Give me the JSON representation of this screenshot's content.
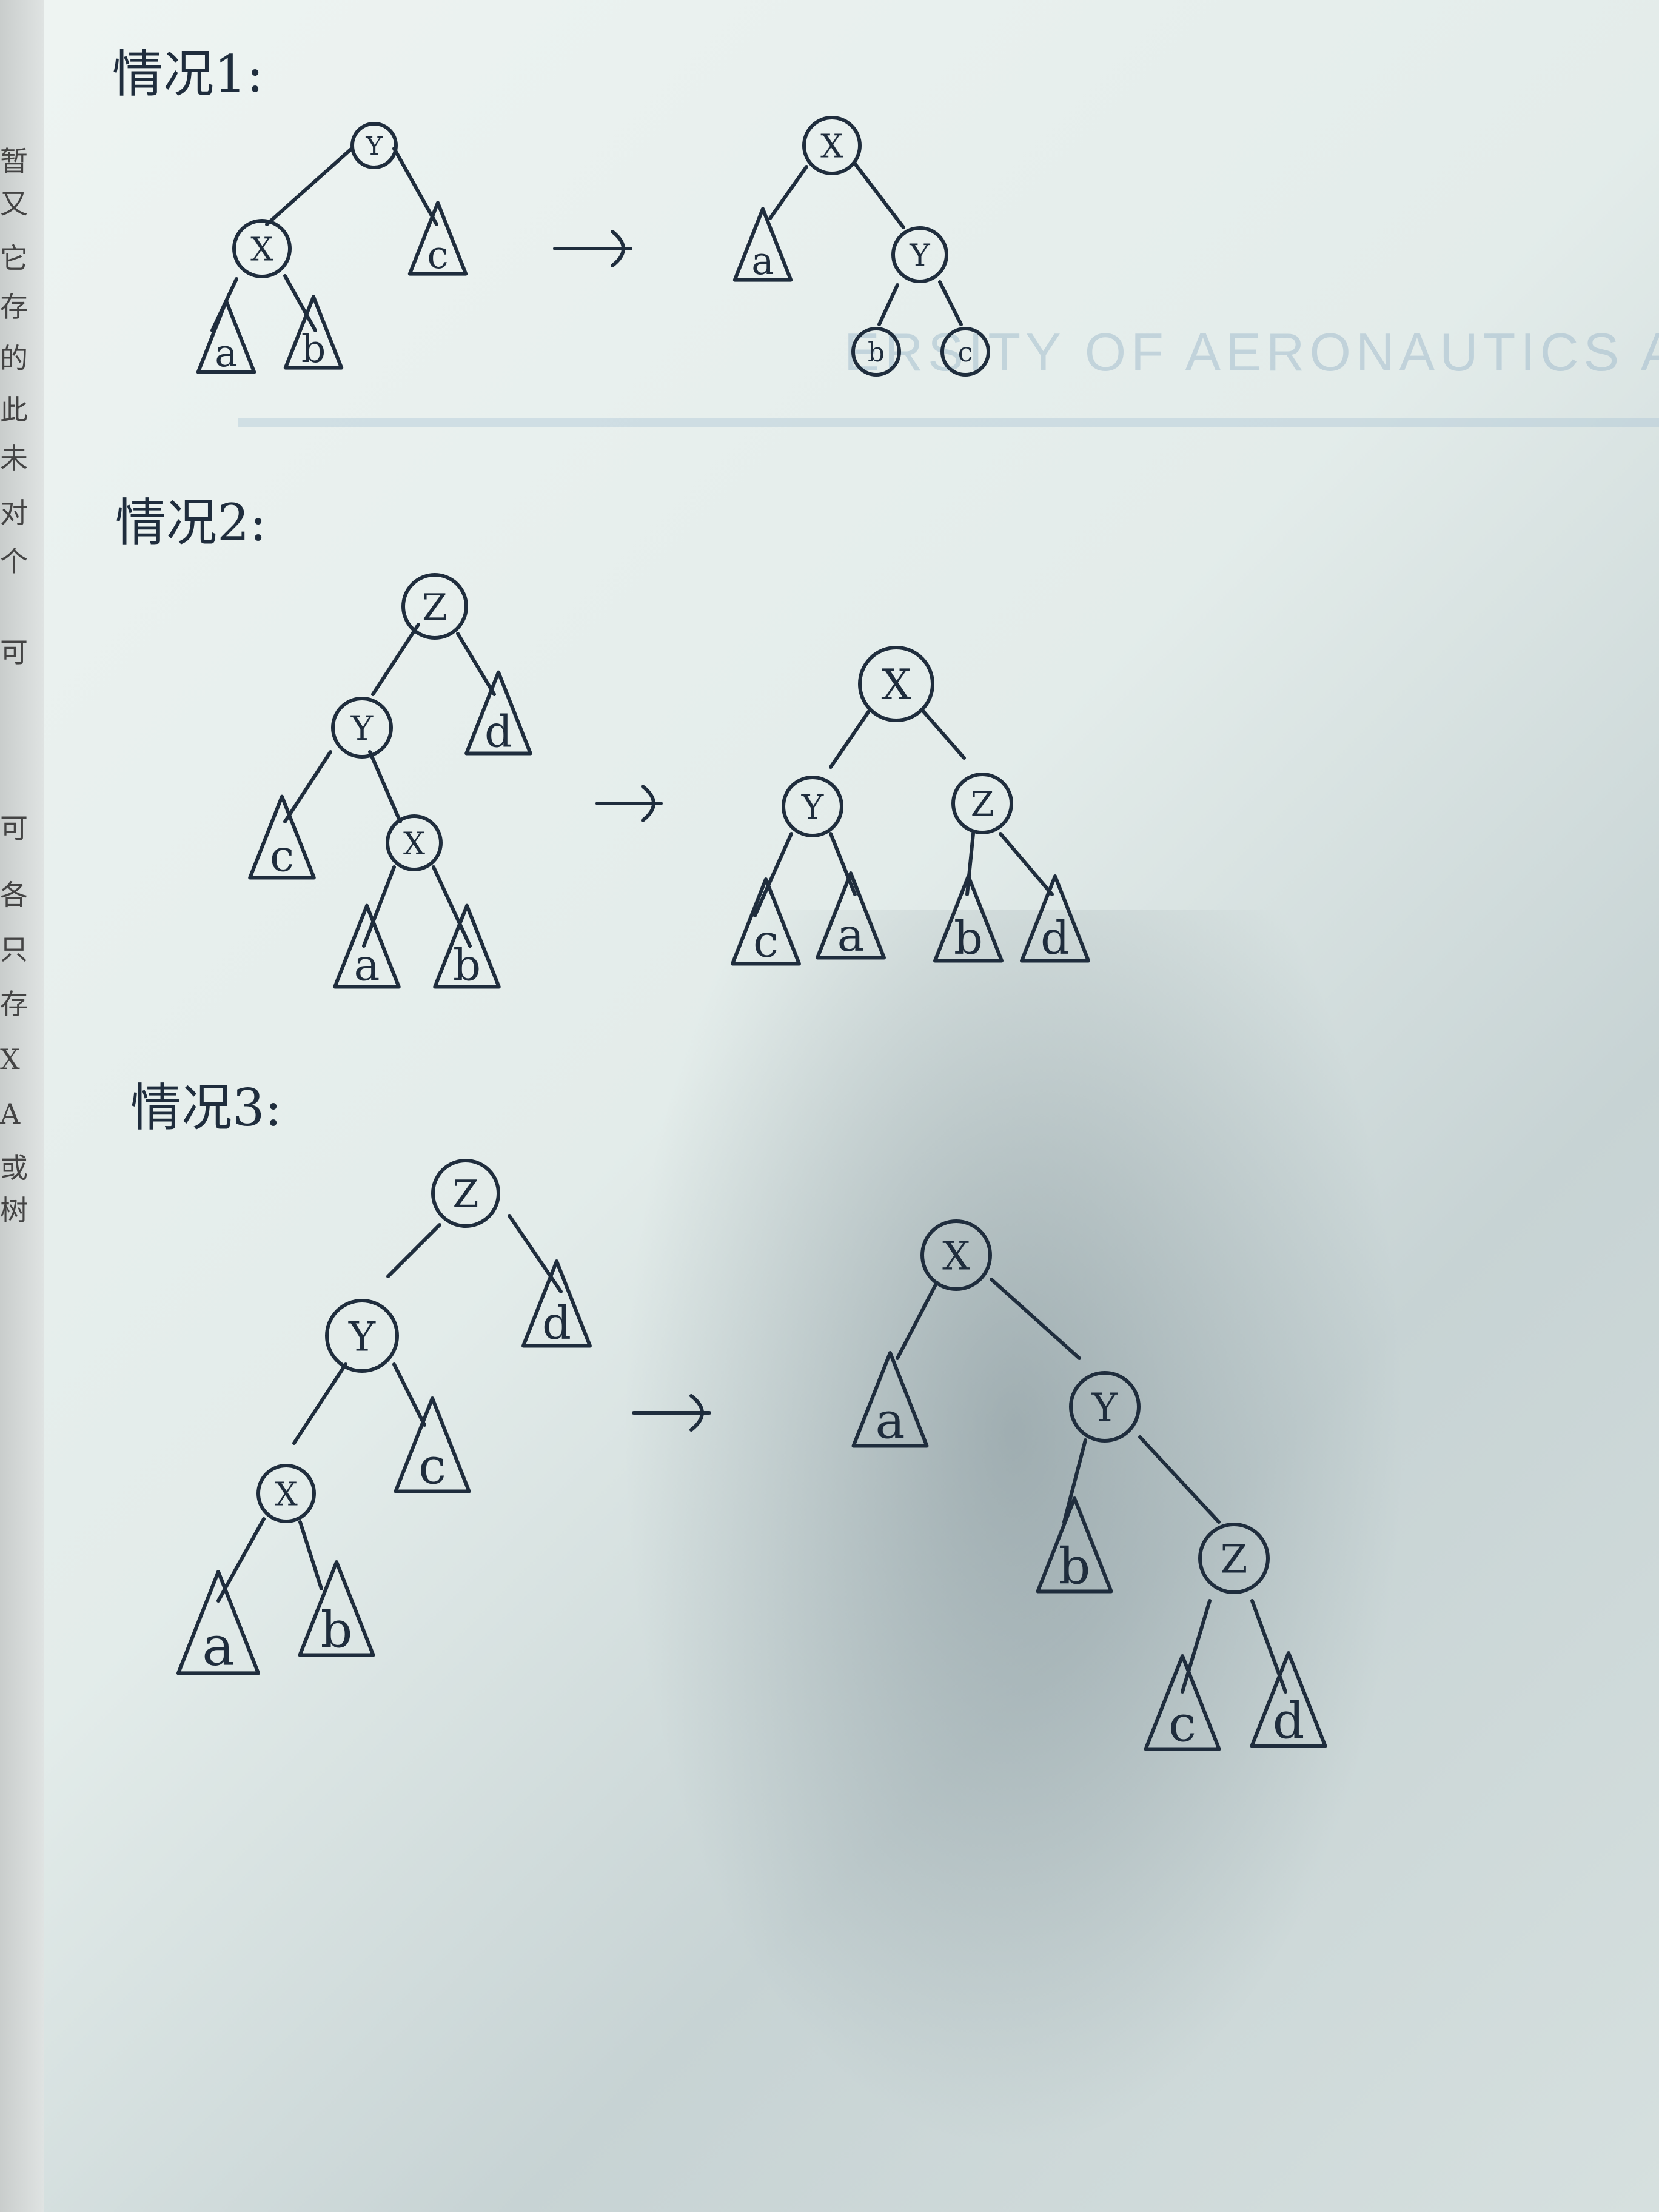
{
  "watermark_text": "ERSITY OF AERONAUTICS AND ASTRONAUTICS",
  "left_margin_chars": [
    "暂",
    "又",
    "它",
    "存",
    "的",
    "此",
    "未",
    "对",
    "个",
    "可",
    "可",
    "各",
    "只",
    "存",
    "X",
    "A",
    "或",
    "树"
  ],
  "cases": [
    {
      "title": "情况1:",
      "before": {
        "nodes": [
          {
            "id": "Y",
            "label": "Y"
          },
          {
            "id": "X",
            "label": "X"
          }
        ],
        "subtrees": [
          {
            "label": "a"
          },
          {
            "label": "b"
          },
          {
            "label": "c"
          }
        ]
      },
      "after": {
        "nodes": [
          {
            "label": "X"
          },
          {
            "label": "Y"
          },
          {
            "label": "b"
          },
          {
            "label": "c"
          }
        ],
        "subtrees": [
          {
            "label": "a"
          }
        ]
      }
    },
    {
      "title": "情况2:",
      "before": {
        "nodes": [
          {
            "label": "Z"
          },
          {
            "label": "Y"
          },
          {
            "label": "X"
          }
        ],
        "subtrees": [
          {
            "label": "c"
          },
          {
            "label": "a"
          },
          {
            "label": "b"
          },
          {
            "label": "d"
          }
        ]
      },
      "after": {
        "nodes": [
          {
            "label": "X"
          },
          {
            "label": "Y"
          },
          {
            "label": "Z"
          }
        ],
        "subtrees": [
          {
            "label": "c"
          },
          {
            "label": "a"
          },
          {
            "label": "b"
          },
          {
            "label": "d"
          }
        ]
      }
    },
    {
      "title": "情况3:",
      "before": {
        "nodes": [
          {
            "label": "Z"
          },
          {
            "label": "Y"
          },
          {
            "label": "X"
          }
        ],
        "subtrees": [
          {
            "label": "a"
          },
          {
            "label": "b"
          },
          {
            "label": "c"
          },
          {
            "label": "d"
          }
        ]
      },
      "after": {
        "nodes": [
          {
            "label": "X"
          },
          {
            "label": "Y"
          },
          {
            "label": "Z"
          }
        ],
        "subtrees": [
          {
            "label": "a"
          },
          {
            "label": "b"
          },
          {
            "label": "c"
          },
          {
            "label": "d"
          }
        ]
      }
    }
  ],
  "colors": {
    "ink": "#1f2d3d",
    "paper": "#e6efed"
  }
}
